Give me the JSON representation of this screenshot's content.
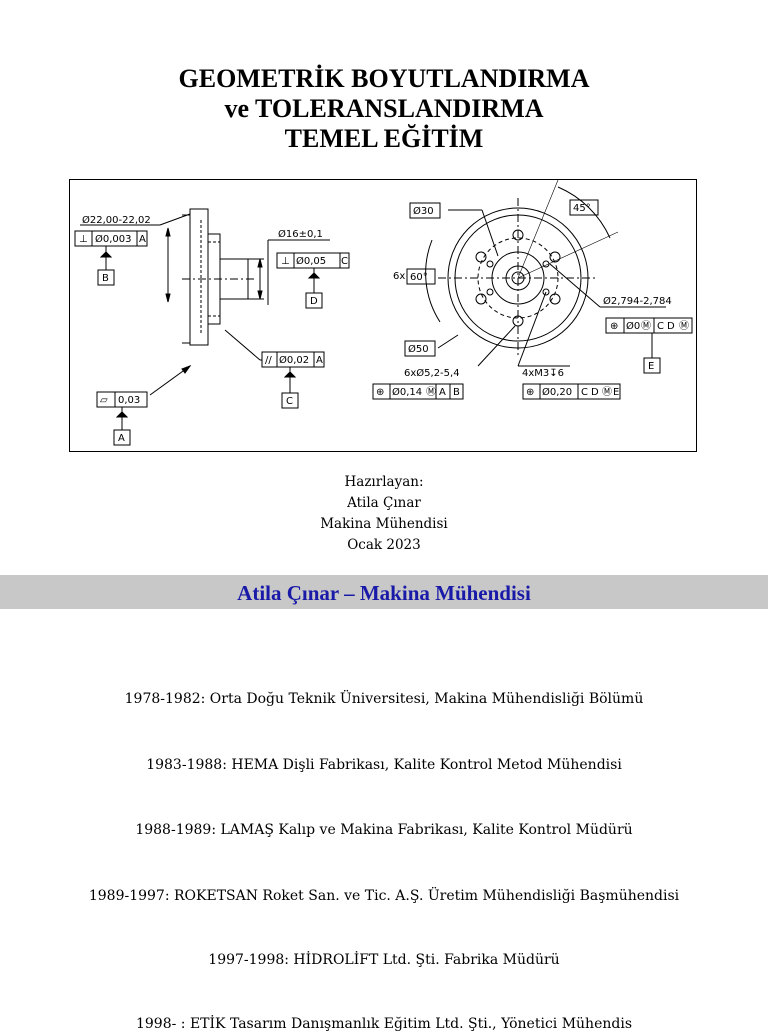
{
  "document": {
    "title_lines": [
      "GEOMETRİK BOYUTLANDIRMA",
      "ve TOLERANSLANDIRMA",
      "TEMEL EĞİTİM"
    ],
    "prepared": {
      "label": "Hazırlayan:",
      "name": "Atila Çınar",
      "role": "Makina Mühendisi",
      "date": "Ocak 2023"
    },
    "banner": "Atila Çınar – Makina Mühendisi",
    "career": [
      "1978-1982: Orta Doğu Teknik Üniversitesi, Makina Mühendisliği Bölümü",
      "1983-1988: HEMA Dişli Fabrikası, Kalite Kontrol Metod Mühendisi",
      "1988-1989: LAMAŞ Kalıp ve Makina Fabrikası, Kalite Kontrol Müdürü",
      "1989-1997: ROKETSAN Roket San. ve Tic. A.Ş. Üretim Mühendisliği Başmühendisi",
      "1997-1998: HİDROLİFT Ltd. Şti. Fabrika Müdürü",
      "1998-     : ETİK Tasarım Danışmanlık Eğitim Ltd. Şti., Yönetici Mühendis"
    ]
  },
  "drawing": {
    "dim_flange_dia": "Ø22,00-22,02",
    "fcf_perp_1": [
      "⊥",
      "Ø0,003",
      "A"
    ],
    "datum_b": "B",
    "dim_boss_dia": "Ø16±0,1",
    "fcf_perp_2": [
      "⊥",
      "Ø0,05",
      "C"
    ],
    "datum_d": "D",
    "fcf_parallel": [
      "//",
      "Ø0,02",
      "A"
    ],
    "datum_c": "C",
    "fcf_flat": [
      "▱",
      "0,03"
    ],
    "datum_a": "A",
    "dim_30": "Ø30",
    "dim_45": "45°",
    "dim_6x": "6x",
    "dim_60": "60°",
    "dim_50": "Ø50",
    "dim_pin": "Ø2,794-2,784",
    "fcf_pin": [
      "⊕",
      "Ø0",
      "Ⓜ",
      "C",
      "D",
      "Ⓜ"
    ],
    "datum_e": "E",
    "dim_holes": "6xØ5,2-5,4",
    "fcf_holes": [
      "⊕",
      "Ø0,14",
      "Ⓜ",
      "A",
      "B"
    ],
    "dim_threads": "4xM3↧6",
    "fcf_threads": [
      "⊕",
      "Ø0,20",
      "C",
      "D",
      "Ⓜ",
      "E"
    ]
  }
}
